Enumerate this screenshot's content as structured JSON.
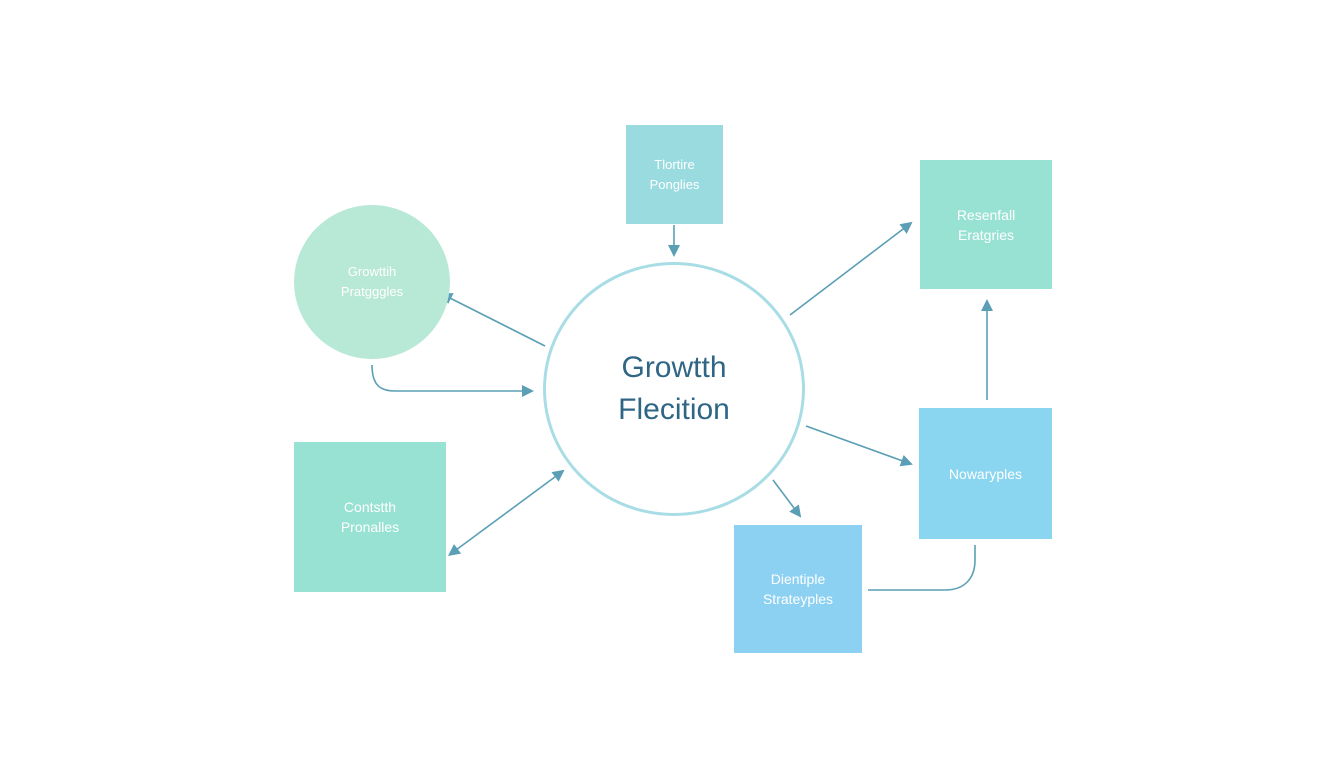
{
  "colors": {
    "teal_box": "#9adbe0",
    "mint_circle": "#b8e8d6",
    "mint_box": "#98e2d3",
    "blue_box": "#8ad5ef",
    "center_border": "#a8dde6",
    "center_text": "#2f6685",
    "arrow": "#5a9fb5"
  },
  "nodes": {
    "top": {
      "line1": "Tlortire",
      "line2": "Ponglies"
    },
    "left_circle": {
      "line1": "Growttih",
      "line2": "Pratgggles"
    },
    "bottom_left": {
      "line1": "Contstth",
      "line2": "Pronalles"
    },
    "center": {
      "line1": "Growtth",
      "line2": "Flecition"
    },
    "top_right": {
      "line1": "Resenfall",
      "line2": "Eratgries"
    },
    "mid_right": {
      "line1": "Nowaryples"
    },
    "bottom_mid": {
      "line1": "Dientiple",
      "line2": "Strateyples"
    }
  }
}
